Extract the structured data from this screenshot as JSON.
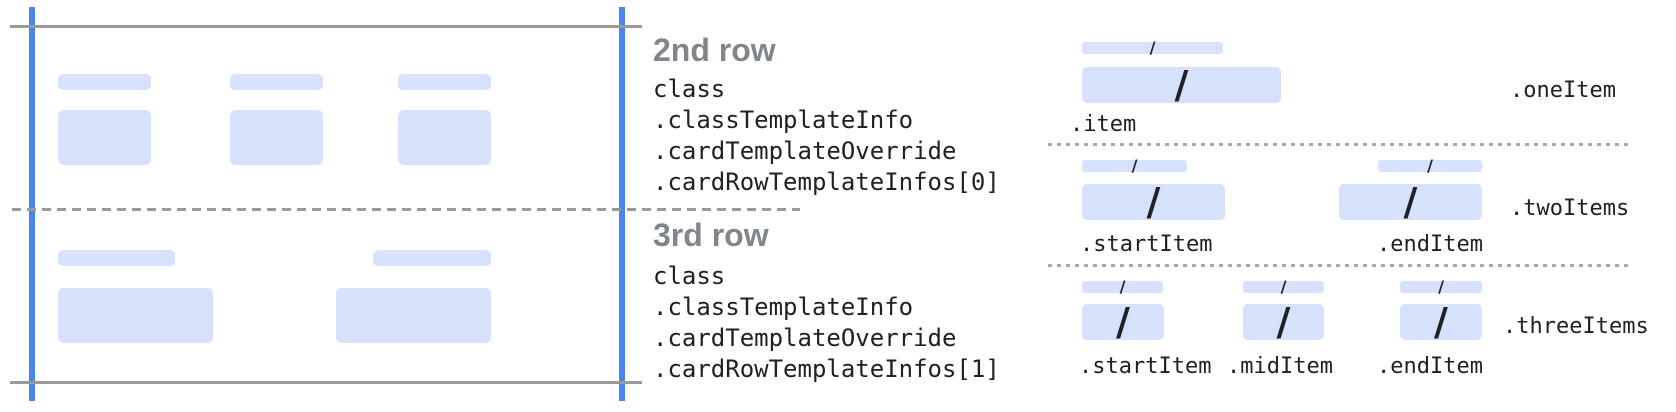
{
  "colors": {
    "accent_blue": "#4a84ee",
    "placeholder_blue": "#d6e1fb",
    "line_gray": "#9a9a9a",
    "heading_gray": "#80868b",
    "code_dark": "#202124"
  },
  "slash": "/",
  "left_panel": {
    "rows": [
      {
        "heading": "2nd row",
        "code_lines": [
          "class",
          ".classTemplateInfo",
          ".cardTemplateOverride",
          ".cardRowTemplateInfos[0]"
        ]
      },
      {
        "heading": "3rd row",
        "code_lines": [
          "class",
          ".classTemplateInfo",
          ".cardTemplateOverride",
          ".cardRowTemplateInfos[1]"
        ]
      }
    ]
  },
  "right_panel": {
    "sections": [
      {
        "group_label": ".oneItem",
        "item_labels": [
          ".item"
        ]
      },
      {
        "group_label": ".twoItems",
        "item_labels": [
          ".startItem",
          ".endItem"
        ]
      },
      {
        "group_label": ".threeItems",
        "item_labels": [
          ".startItem",
          ".midItem",
          ".endItem"
        ]
      }
    ]
  }
}
